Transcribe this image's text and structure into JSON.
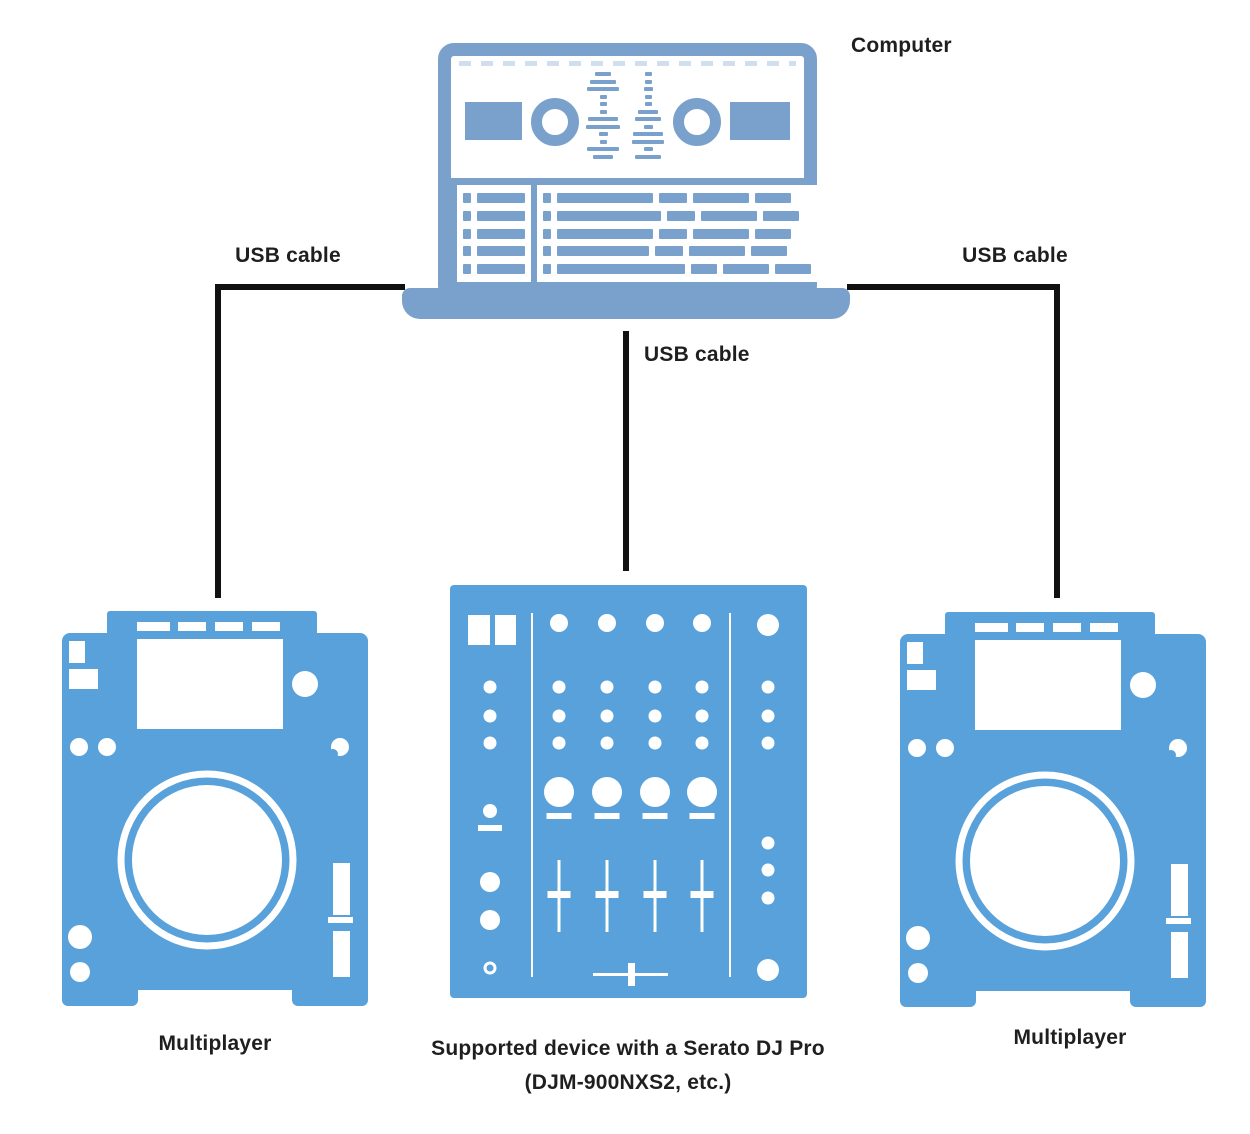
{
  "diagram": {
    "type": "connection-diagram",
    "nodes": [
      {
        "id": "computer",
        "label": "Computer",
        "icon": "laptop-icon"
      },
      {
        "id": "multiplayer-left",
        "label": "Multiplayer",
        "icon": "multiplayer-icon"
      },
      {
        "id": "mixer",
        "caption_line1": "Supported device with a Serato DJ Pro",
        "caption_line2": "(DJM-900NXS2, etc.)",
        "icon": "dj-mixer-icon"
      },
      {
        "id": "multiplayer-right",
        "label": "Multiplayer",
        "icon": "multiplayer-icon"
      }
    ],
    "connections": [
      {
        "from": "computer",
        "to": "multiplayer-left",
        "label": "USB cable"
      },
      {
        "from": "computer",
        "to": "mixer",
        "label": "USB cable"
      },
      {
        "from": "computer",
        "to": "multiplayer-right",
        "label": "USB cable"
      }
    ]
  },
  "labels": {
    "computer": "Computer",
    "usb_cable_left": "USB cable",
    "usb_cable_center": "USB cable",
    "usb_cable_right": "USB cable",
    "multiplayer_left": "Multiplayer",
    "multiplayer_right": "Multiplayer",
    "mixer_caption_line1": "Supported device with a Serato DJ Pro",
    "mixer_caption_line2": "(DJM-900NXS2, etc.)"
  },
  "colors": {
    "laptop_blue": "#7AA1CC",
    "device_blue": "#58A1DA",
    "cable_black": "#111111",
    "text": "#1F1F1F",
    "background": "#FFFFFF"
  }
}
